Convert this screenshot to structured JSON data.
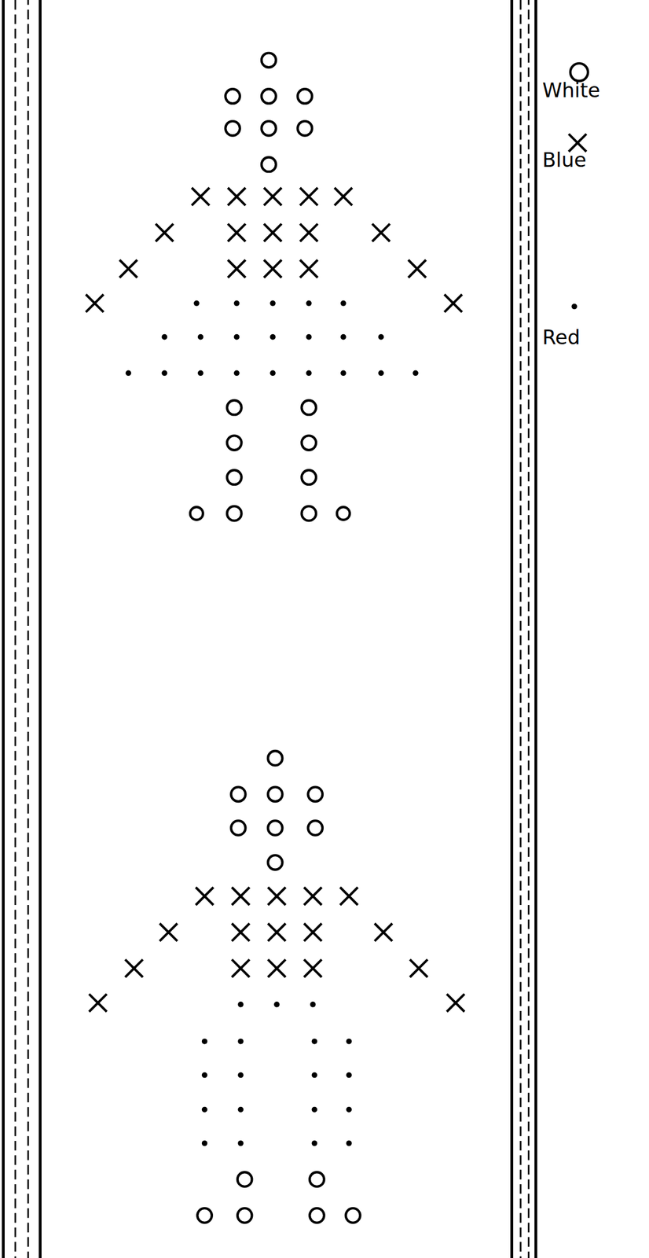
{
  "diagram": {
    "legend": [
      {
        "text": "White"
      },
      {
        "text": "Blue"
      },
      {
        "text": "Red"
      }
    ]
  }
}
